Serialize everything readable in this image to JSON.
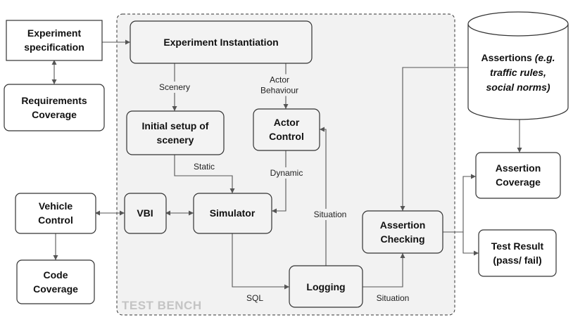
{
  "container": {
    "label": "TEST BENCH"
  },
  "nodes": {
    "experiment_spec": [
      "Experiment",
      "specification"
    ],
    "requirements_coverage": [
      "Requirements",
      "Coverage"
    ],
    "experiment_instantiation": [
      "Experiment Instantiation"
    ],
    "initial_setup": [
      "Initial setup of",
      "scenery"
    ],
    "actor_control": [
      "Actor",
      "Control"
    ],
    "assertions": {
      "lines": [
        [
          "Assertions ",
          "(e.g."
        ],
        [
          "traffic rules,"
        ],
        [
          "social norms)"
        ]
      ]
    },
    "assertion_coverage": [
      "Assertion",
      "Coverage"
    ],
    "vehicle_control": [
      "Vehicle",
      "Control"
    ],
    "vbi": [
      "VBI"
    ],
    "simulator": [
      "Simulator"
    ],
    "assertion_checking": [
      "Assertion",
      "Checking"
    ],
    "test_result": [
      "Test Result",
      "(pass/ fail)"
    ],
    "code_coverage": [
      "Code",
      "Coverage"
    ],
    "logging": [
      "Logging"
    ]
  },
  "edge_labels": {
    "scenery": [
      "Scenery"
    ],
    "actor_behaviour": [
      "Actor",
      "Behaviour"
    ],
    "static": [
      "Static"
    ],
    "dynamic": [
      "Dynamic"
    ],
    "situation_up": [
      "Situation"
    ],
    "sql": [
      "SQL"
    ],
    "situation_right": [
      "Situation"
    ]
  },
  "colors": {
    "stroke": "#333333",
    "edge": "#555555",
    "bench_fill": "#f2f2f2",
    "bench_label": "#c4c4c4"
  }
}
